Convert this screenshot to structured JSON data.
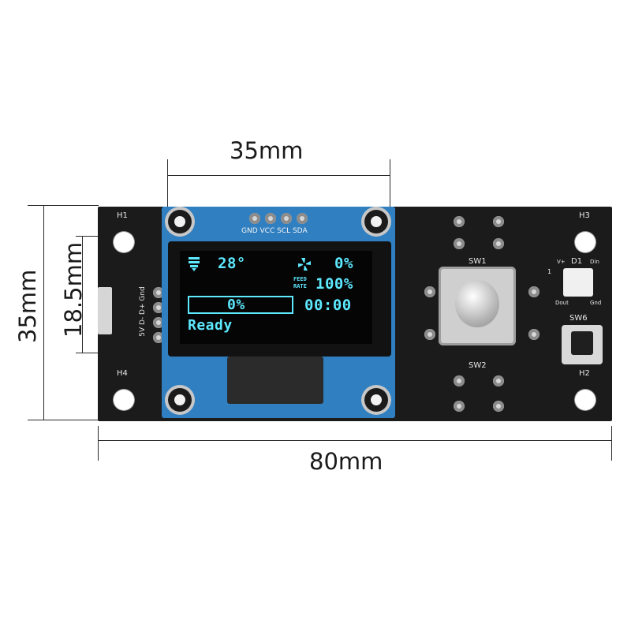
{
  "dimensions": {
    "oled_width": "35mm",
    "board_height": "35mm",
    "screen_height": "18.5mm",
    "board_width": "80mm"
  },
  "silkscreen": {
    "h1": "H1",
    "h2": "H2",
    "h3": "H3",
    "h4": "H4",
    "sw1": "SW1",
    "sw2": "SW2",
    "sw6": "SW6",
    "d1": "D1",
    "usb_pins": "5V D- D+ Gnd",
    "oled_pins": "GND VCC SCL SDA",
    "led_vplus": "V+",
    "led_din": "Din",
    "led_dout": "Dout",
    "led_gnd": "Gnd",
    "led_one": "1"
  },
  "oled": {
    "temp": "28°",
    "fan": "0%",
    "feed_label_top": "FEED",
    "feed_label_bottom": "RATE",
    "feed": "100%",
    "progress": "0%",
    "time": "00:00",
    "status": "Ready"
  },
  "colors": {
    "pcb": "#1b1b1b",
    "oled_board": "#2f7fc1",
    "oled_text": "#5de9ff"
  }
}
